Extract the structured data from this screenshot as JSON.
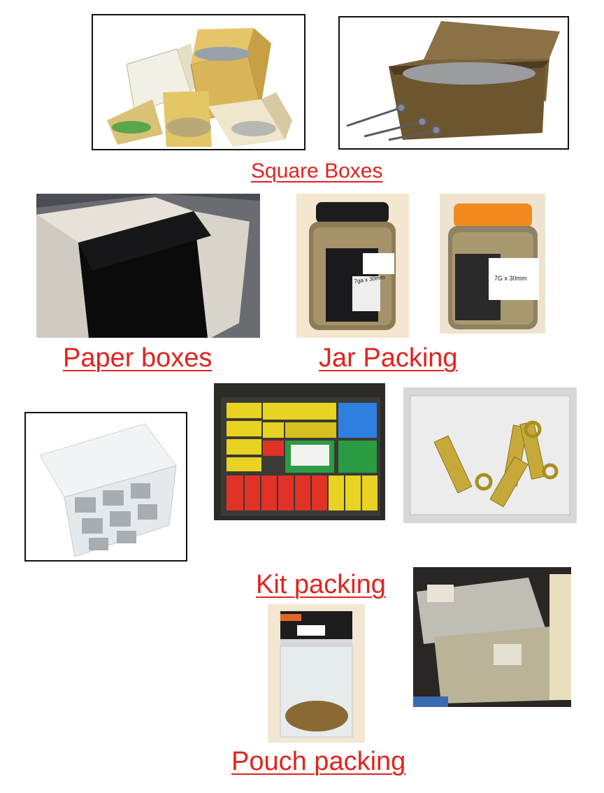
{
  "sections": {
    "square_boxes": {
      "label": "Square Boxes"
    },
    "paper_boxes": {
      "label": "Paper boxes"
    },
    "jar_packing": {
      "label": "Jar Packing",
      "jar1_text": "7ga x 30mm",
      "jar2_text": "7G x 30mm"
    },
    "kit_packing": {
      "label": "Kit packing"
    },
    "pouch_packing": {
      "label": "Pouch packing"
    }
  },
  "colors": {
    "label_red": "#e0241f",
    "frame_border": "#111111"
  },
  "icons": [
    "open-boxes-of-screws",
    "brown-box-of-screws",
    "paper-box-liner",
    "black-lid-jar",
    "orange-lid-jar",
    "clear-organizer-kit",
    "colored-organizer-kit",
    "bolt-pouch",
    "label-pouch",
    "bulk-nut-bags"
  ]
}
